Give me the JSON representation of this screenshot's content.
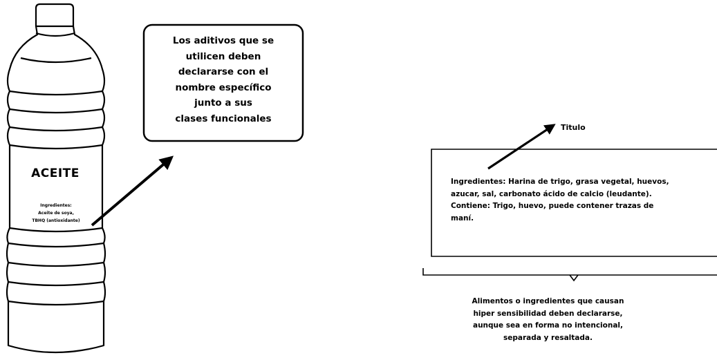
{
  "colors": {
    "ink": "#000000",
    "background": "#ffffff"
  },
  "bottle": {
    "label_title": "ACEITE",
    "label_ingredients": [
      "Ingredientes:",
      "Aceite de soya,",
      "TBHQ (antioxidante)"
    ]
  },
  "callout": {
    "lines": [
      "Los aditivos que se",
      "utilicen deben",
      "declararse con el",
      "nombre específico",
      "junto a sus",
      "clases funcionales"
    ]
  },
  "label_panel": {
    "titulo": "Titulo",
    "ingredients_lines": [
      "Ingredientes: Harina de trigo, grasa vegetal, huevos,",
      "azucar, sal, carbonato ácido de calcio (leudante).",
      "Contiene: Trigo, huevo, puede contener trazas de",
      "maní."
    ],
    "bracket_caption": [
      "Alimentos o ingredientes que causan",
      "hiper sensibilidad deben declararse,",
      "aunque sea en forma no intencional,",
      "separada y resaltada."
    ]
  }
}
